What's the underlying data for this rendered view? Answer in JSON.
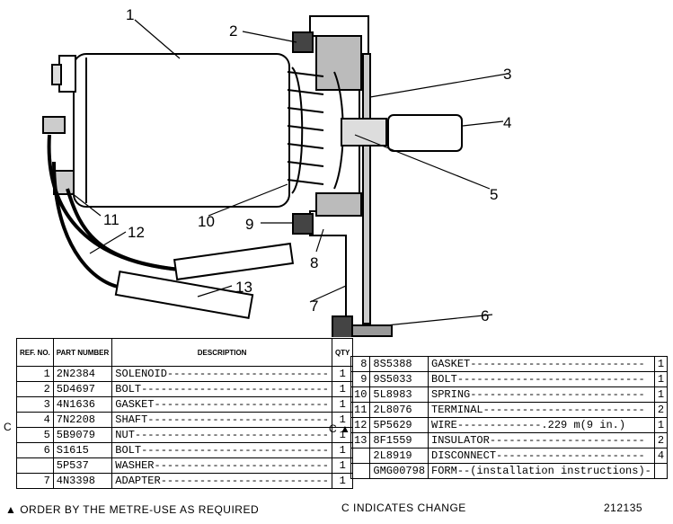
{
  "callouts": [
    "1",
    "2",
    "3",
    "4",
    "5",
    "6",
    "7",
    "8",
    "9",
    "10",
    "11",
    "12",
    "13"
  ],
  "table_left": {
    "headers": {
      "ref": "REF. NO.",
      "part": "PART NUMBER",
      "desc": "DESCRIPTION",
      "qty": "QTY"
    },
    "rows": [
      {
        "ref": "1",
        "part": "2N2384",
        "desc": "SOLENOID-------------------------",
        "qty": "1"
      },
      {
        "ref": "2",
        "part": "5D4697",
        "desc": "BOLT-----------------------------",
        "qty": "1"
      },
      {
        "ref": "3",
        "part": "4N1636",
        "desc": "GASKET---------------------------",
        "qty": "1"
      },
      {
        "ref": "4",
        "part": "7N2208",
        "desc": "SHAFT----------------------------",
        "qty": "1"
      },
      {
        "ref": "5",
        "part": "5B9079",
        "desc": "NUT------------------------------",
        "qty": "1"
      },
      {
        "ref": "6",
        "part": "S1615",
        "desc": "BOLT-----------------------------",
        "qty": "1"
      },
      {
        "ref": "",
        "part": "5P537",
        "desc": "WASHER---------------------------",
        "qty": "1"
      },
      {
        "ref": "7",
        "part": "4N3398",
        "desc": "ADAPTER--------------------------",
        "qty": "1"
      }
    ]
  },
  "table_right": {
    "rows": [
      {
        "ref": "8",
        "part": "8S5388",
        "desc": "GASKET---------------------------",
        "qty": "1"
      },
      {
        "ref": "9",
        "part": "9S5033",
        "desc": "BOLT-----------------------------",
        "qty": "1"
      },
      {
        "ref": "10",
        "part": "5L8983",
        "desc": "SPRING---------------------------",
        "qty": "1"
      },
      {
        "ref": "11",
        "part": "2L8076",
        "desc": "TERMINAL-------------------------",
        "qty": "2"
      },
      {
        "ref": "12",
        "part": "5P5629",
        "desc": "WIRE-------------.229 m(9 in.)",
        "qty": "1"
      },
      {
        "ref": "13",
        "part": "8F1559",
        "desc": "INSULATOR------------------------",
        "qty": "2"
      },
      {
        "ref": "",
        "part": "2L8919",
        "desc": "DISCONNECT-----------------------",
        "qty": "4"
      },
      {
        "ref": "",
        "part": "GMG00798",
        "desc": "FORM--(installation instructions)-",
        "qty": ""
      }
    ]
  },
  "markers": {
    "left_c": "C",
    "right_c": "C ▲"
  },
  "footer": {
    "note": "▲ ORDER BY THE METRE-USE AS REQUIRED",
    "change": "C INDICATES CHANGE",
    "code": "212135"
  }
}
